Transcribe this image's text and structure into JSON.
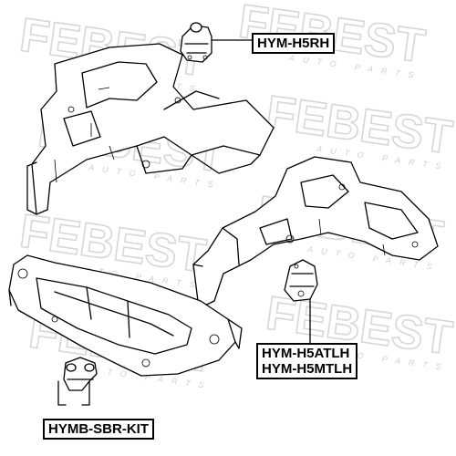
{
  "watermark": {
    "brand": "FEBEST",
    "tagline": "AUTO PARTS",
    "color": "#d7d7d7"
  },
  "callouts": [
    {
      "id": "hym-h5rh",
      "lines": [
        "HYM-H5RH"
      ]
    },
    {
      "id": "hym-h5atlh",
      "lines": [
        "HYM-H5ATLH",
        "HYM-H5MTLH"
      ]
    },
    {
      "id": "hymb-sbr-kit",
      "lines": [
        "HYMB-SBR-KIT"
      ]
    }
  ],
  "colors": {
    "line": "#000000",
    "label_border": "#000000",
    "background": "#ffffff"
  }
}
